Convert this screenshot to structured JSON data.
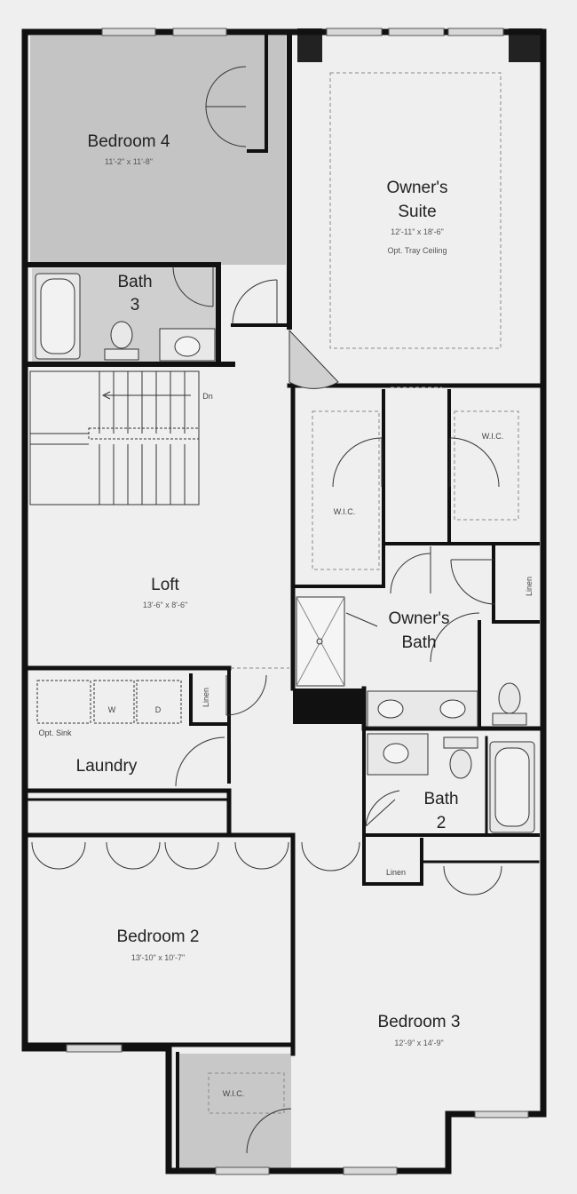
{
  "rooms": {
    "bedroom4": {
      "name": "Bedroom 4",
      "dims": "11'-2\" x 11'-8\""
    },
    "owners_suite": {
      "name_line1": "Owner's",
      "name_line2": "Suite",
      "dims": "12'-11\" x 18'-6\"",
      "note": "Opt. Tray Ceiling"
    },
    "bath3": {
      "name_line1": "Bath",
      "name_line2": "3"
    },
    "loft": {
      "name": "Loft",
      "dims": "13'-6\" x 8'-6\""
    },
    "owners_bath": {
      "name_line1": "Owner's",
      "name_line2": "Bath"
    },
    "laundry": {
      "name": "Laundry",
      "note": "Opt. Sink",
      "washer": "W",
      "dryer": "D"
    },
    "bath2": {
      "name_line1": "Bath",
      "name_line2": "2"
    },
    "bedroom2": {
      "name": "Bedroom 2",
      "dims": "13'-10\" x 10'-7\""
    },
    "bedroom3": {
      "name": "Bedroom 3",
      "dims": "12'-9\" x 14'-9\""
    }
  },
  "labels": {
    "stairs_down": "Dn",
    "wic_left": "W.I.C.",
    "wic_right": "W.I.C.",
    "wic_bottom": "W.I.C.",
    "linen_owners": "Linen",
    "linen_laundry": "Linen",
    "linen_bath2": "Linen"
  },
  "colors": {
    "wall": "#111111",
    "floor": "#efefef",
    "closet": "#c8c8c8",
    "bedroom4_floor": "#c4c4c4",
    "window": "#d8d8d8"
  }
}
